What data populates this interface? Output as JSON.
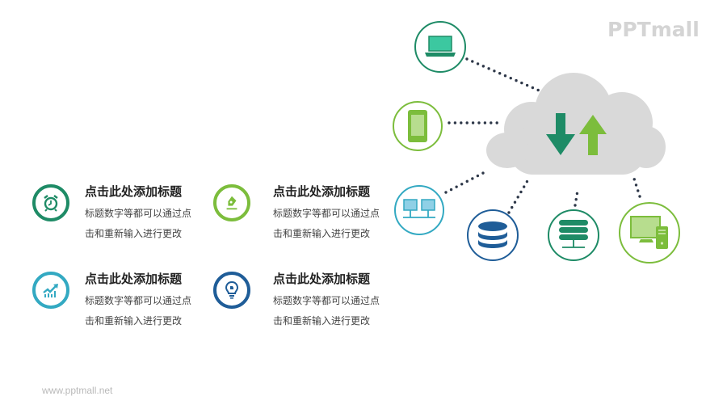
{
  "watermark": {
    "logo": "PPTmall",
    "url": "www.pptmall.net"
  },
  "colors": {
    "dark_green": "#1e8b66",
    "light_green": "#7cbd3c",
    "teal": "#33a9c2",
    "navy": "#1f5d98",
    "cloud_gray": "#d9d9d9",
    "dot": "#2d3748"
  },
  "items": [
    {
      "icon": "alarm-clock-icon",
      "title": "点击此处添加标题",
      "line1": "标题数字等都可以通过点",
      "line2": "击和重新输入进行更改",
      "color": "#1e8b66"
    },
    {
      "icon": "pen-nib-icon",
      "title": "点击此处添加标题",
      "line1": "标题数字等都可以通过点",
      "line2": "击和重新输入进行更改",
      "color": "#7cbd3c"
    },
    {
      "icon": "growth-chart-icon",
      "title": "点击此处添加标题",
      "line1": "标题数字等都可以通过点",
      "line2": "击和重新输入进行更改",
      "color": "#33a9c2"
    },
    {
      "icon": "lightbulb-icon",
      "title": "点击此处添加标题",
      "line1": "标题数字等都可以通过点",
      "line2": "击和重新输入进行更改",
      "color": "#1f5d98"
    }
  ],
  "cloud": {
    "icons": [
      "download-arrow-icon",
      "upload-arrow-icon"
    ]
  },
  "devices": [
    {
      "name": "laptop-icon",
      "color": "#1e8b66"
    },
    {
      "name": "smartphone-icon",
      "color": "#7cbd3c"
    },
    {
      "name": "network-monitors-icon",
      "color": "#33a9c2"
    },
    {
      "name": "database-icon",
      "color": "#1f5d98"
    },
    {
      "name": "server-icon",
      "color": "#1e8b66"
    },
    {
      "name": "desktop-computer-icon",
      "color": "#7cbd3c"
    }
  ]
}
